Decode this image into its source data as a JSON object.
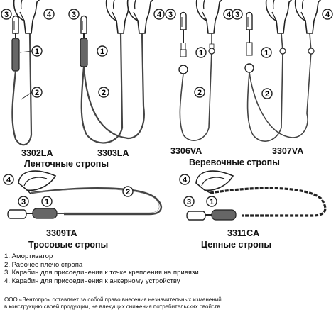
{
  "products": [
    {
      "model": "3302LA"
    },
    {
      "model": "3303LA"
    },
    {
      "model": "3306VA"
    },
    {
      "model": "3307VA"
    },
    {
      "model": "3309TA"
    },
    {
      "model": "3311CA"
    }
  ],
  "groups": {
    "webbing": "Ленточные стропы",
    "rope": "Веревочные стропы",
    "cable": "Тросовые стропы",
    "chain": "Цепные стропы"
  },
  "callouts": {
    "n1": "1",
    "n2": "2",
    "n3": "3",
    "n4": "4"
  },
  "legend": [
    "1. Амортизатор",
    "2. Рабочее плечо стропа",
    "3. Карабин для присоединения к точке крепления на привязи",
    "4. Карабин для присоединения к анкерному устройству"
  ],
  "disclaimer": [
    "ООО «Вентопро» оставляет за собой право внесения незначительных изменений",
    "в конструкцию своей продукции, не влекущих снижения потребительских свойств."
  ]
}
